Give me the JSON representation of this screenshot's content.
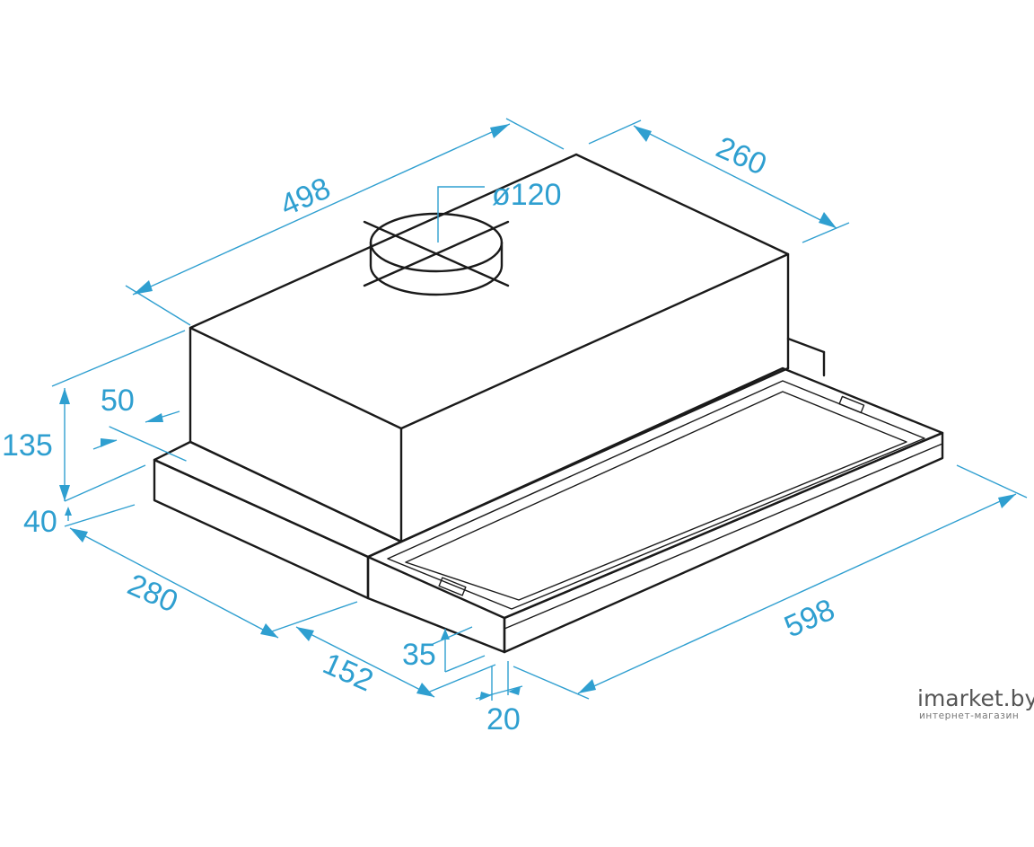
{
  "dimensions": {
    "depth_top": "498",
    "body_width": "260",
    "duct_diameter": "ø120",
    "body_height": "135",
    "offset_50": "50",
    "bottom_height": "40",
    "side_depth": "280",
    "front_extension": "152",
    "panel_height": "35",
    "panel_thickness": "20",
    "total_width": "598"
  },
  "watermark": {
    "brand": "imarket.by",
    "tagline": "интернет-магазин"
  },
  "colors": {
    "dimension_lines": "#2f9fd0",
    "object_lines": "#1a1a1a"
  }
}
